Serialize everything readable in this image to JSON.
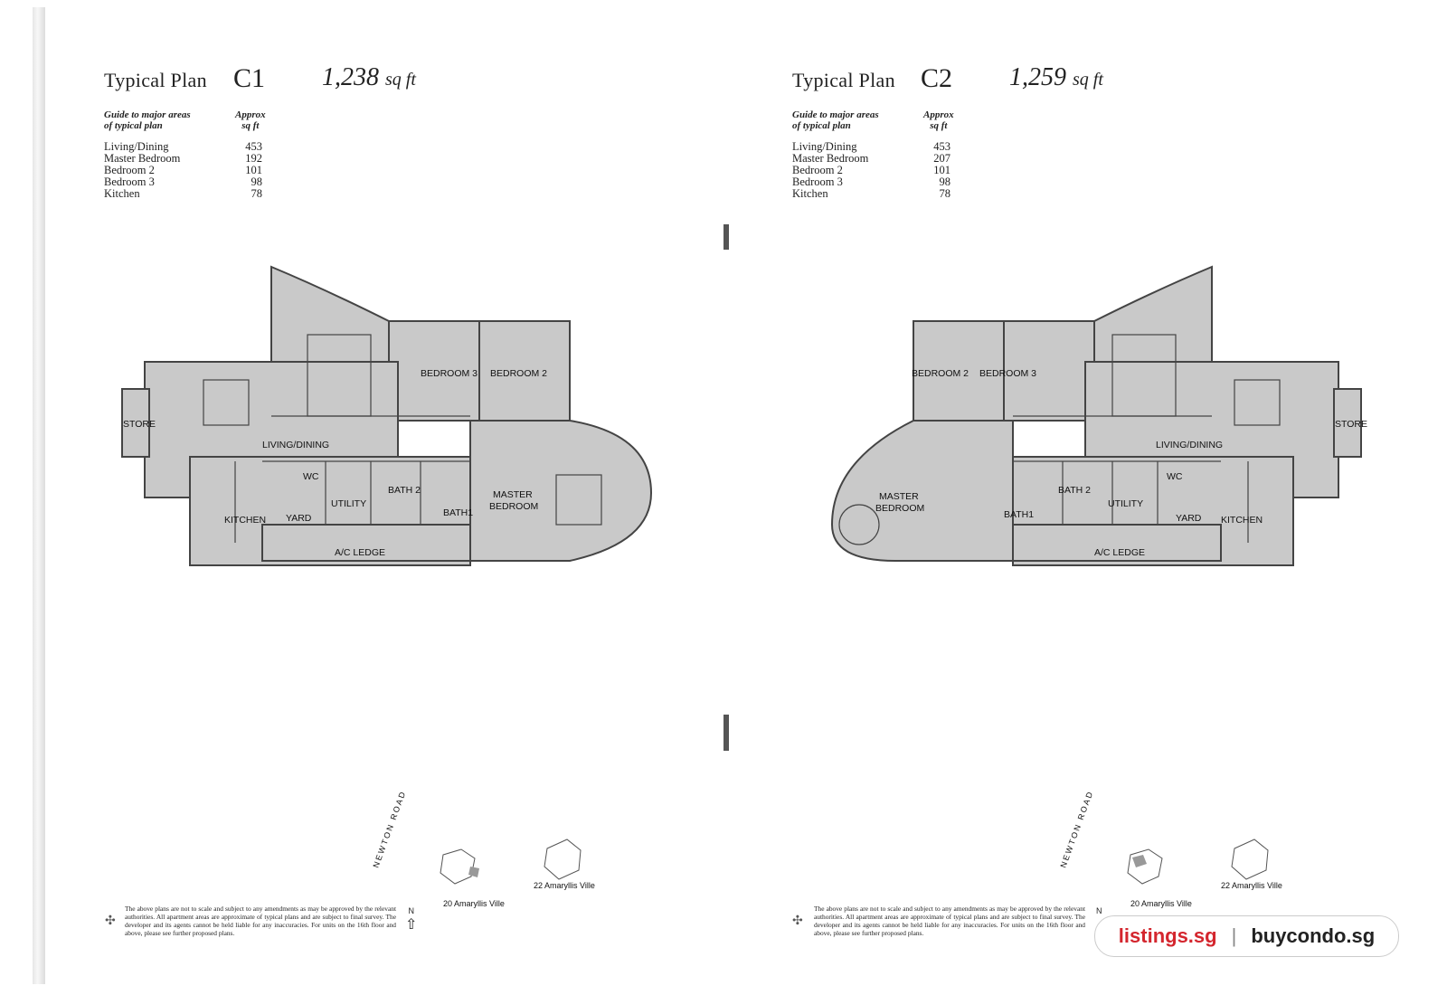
{
  "plans": [
    {
      "title": "Typical Plan",
      "code": "C1",
      "area_value": "1,238",
      "area_unit": "sq ft",
      "guide_heading_1": "Guide to major areas",
      "guide_heading_2": "of typical plan",
      "approx_heading_1": "Approx",
      "approx_heading_2": "sq ft",
      "rooms": [
        {
          "name": "Living/Dining",
          "value": "453"
        },
        {
          "name": "Master Bedroom",
          "value": "192"
        },
        {
          "name": "Bedroom 2",
          "value": "101"
        },
        {
          "name": "Bedroom 3",
          "value": "98"
        },
        {
          "name": "Kitchen",
          "value": "78"
        }
      ],
      "labels": {
        "store": "STORE",
        "living": "LIVING/DINING",
        "bedroom3": "BEDROOM 3",
        "bedroom2": "BEDROOM 2",
        "wc": "WC",
        "utility": "UTILITY",
        "bath2": "BATH 2",
        "bath1": "BATH1",
        "master": "MASTER",
        "master2": "BEDROOM",
        "kitchen": "KITCHEN",
        "yard": "YARD",
        "ac": "A/C LEDGE"
      },
      "locator": {
        "road": "NEWTON  ROAD",
        "block_a": "20 Amaryllis Ville",
        "block_b": "22 Amaryllis Ville"
      },
      "north": "N"
    },
    {
      "title": "Typical Plan",
      "code": "C2",
      "area_value": "1,259",
      "area_unit": "sq ft",
      "guide_heading_1": "Guide to major areas",
      "guide_heading_2": "of typical plan",
      "approx_heading_1": "Approx",
      "approx_heading_2": "sq ft",
      "rooms": [
        {
          "name": "Living/Dining",
          "value": "453"
        },
        {
          "name": "Master Bedroom",
          "value": "207"
        },
        {
          "name": "Bedroom 2",
          "value": "101"
        },
        {
          "name": "Bedroom 3",
          "value": "98"
        },
        {
          "name": "Kitchen",
          "value": "78"
        }
      ],
      "labels": {
        "store": "STORE",
        "living": "LIVING/DINING",
        "bedroom3": "BEDROOM 3",
        "bedroom2": "BEDROOM 2",
        "wc": "WC",
        "utility": "UTILITY",
        "bath2": "BATH 2",
        "bath1": "BATH1",
        "master": "MASTER",
        "master2": "BEDROOM",
        "kitchen": "KITCHEN",
        "yard": "YARD",
        "ac": "A/C LEDGE"
      },
      "locator": {
        "road": "NEWTON  ROAD",
        "block_a": "20 Amaryllis Ville",
        "block_b": "22 Amaryllis Ville"
      },
      "north": "N"
    }
  ],
  "disclaimer": "The above plans are not to scale and subject to any amendments as may be approved by the relevant authorities. All apartment areas are approximate of typical plans and are subject to final survey. The developer and its agents cannot be held liable for any inaccuracies. For units on the 16th floor and above, please see further proposed plans.",
  "watermark": {
    "site_a": "listings.sg",
    "separator": "|",
    "site_b": "buycondo.sg"
  },
  "colors": {
    "floor": "#c9c9c9",
    "wall": "#444444",
    "brand_red": "#d4262e"
  },
  "icons": [
    "compass-north-icon",
    "developer-logo-icon"
  ]
}
